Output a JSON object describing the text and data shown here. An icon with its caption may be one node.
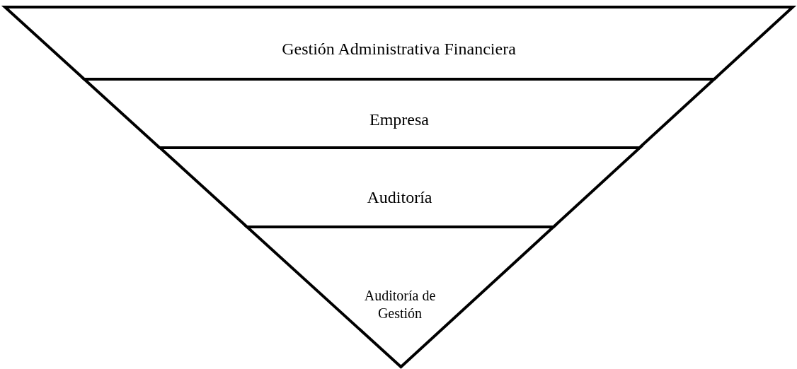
{
  "diagram": {
    "nodes": [
      {
        "text": [
          "Gestión Administrativa Financiera"
        ]
      },
      {
        "text": [
          "Empresa"
        ]
      },
      {
        "text": [
          "Auditoría"
        ]
      },
      {
        "text": [
          "Auditoría de Gestión"
        ]
      }
    ]
  }
}
